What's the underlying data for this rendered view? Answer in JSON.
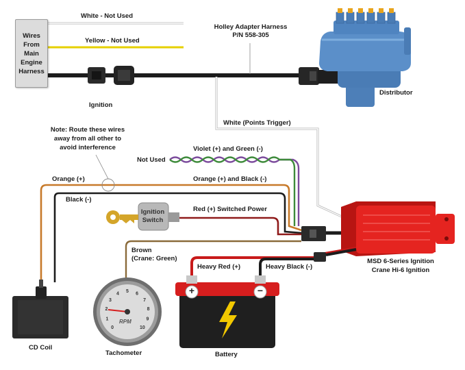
{
  "harness": {
    "source_label": "Wires\nFrom\nMain\nEngine\nHarness",
    "adapter_label_line1": "Holley Adapter Harness",
    "adapter_label_line2": "P/N 558-305",
    "white_wire": "White - Not Used",
    "yellow_wire": "Yellow - Not Used",
    "ignition_connector": "Ignition"
  },
  "distributor": {
    "label": "Distributor",
    "trigger_wire": "White (Points Trigger)"
  },
  "note": {
    "line1": "Note: Route these wires",
    "line2": "away from all other to",
    "line3": "avoid interference"
  },
  "wires": {
    "not_used": "Not Used",
    "violet_green": "Violet (+) and Green (-)",
    "orange_black": "Orange (+) and Black (-)",
    "orange": "Orange (+)",
    "black": "Black (-)",
    "red_switched": "Red (+) Switched Power",
    "brown_line1": "Brown",
    "brown_line2": "(Crane: Green)",
    "heavy_red": "Heavy Red (+)",
    "heavy_black": "Heavy Black (-)"
  },
  "components": {
    "ignition_switch_line1": "Ignition",
    "ignition_switch_line2": "Switch",
    "msd_line1": "MSD 6-Series Ignition",
    "msd_line2": "Crane Hi-6 Ignition",
    "cd_coil": "CD Coil",
    "tachometer": "Tachometer",
    "tach_face": "RPM",
    "tach_ticks": [
      "0",
      "1",
      "2",
      "3",
      "4",
      "5",
      "6",
      "7",
      "8",
      "9",
      "10"
    ],
    "battery": "Battery",
    "battery_plus": "+",
    "battery_minus": "−"
  },
  "colors": {
    "harness_black": "#1c1c1c",
    "distributor_blue": "#5b8fc9",
    "msd_red": "#e52420",
    "battery_red": "#d61e1e",
    "bolt_yellow": "#f2c800",
    "orange_wire": "#c77a2a",
    "red_wire": "#8f1a1a",
    "violet_wire": "#7b4a9c",
    "green_wire": "#3d8a3a",
    "yellow_wire": "#e6d000",
    "brown_wire": "#8a6a3a"
  }
}
